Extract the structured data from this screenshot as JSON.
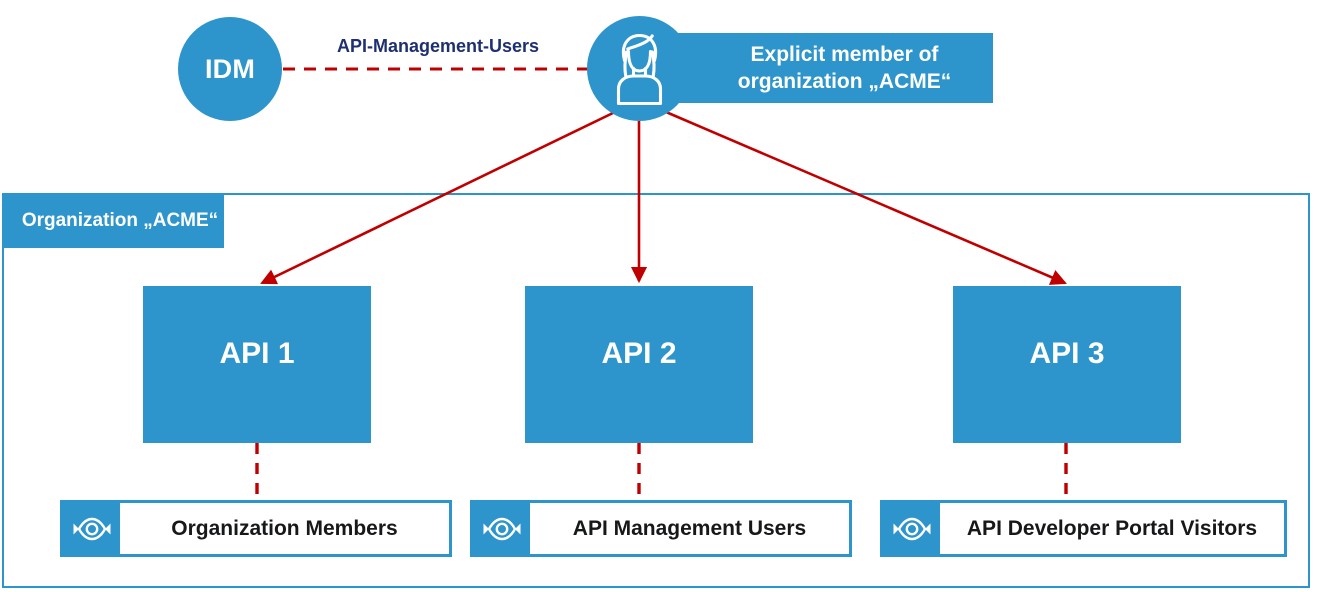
{
  "diagram": {
    "title": "API Management user visibility / organization membership diagram",
    "colors": {
      "brand_blue": "#2D94CC",
      "arrow_red": "#C00000",
      "label_navy": "#1F3070",
      "text_black": "#17181A",
      "white": "#FFFFFF"
    }
  },
  "idm": {
    "label": "IDM",
    "icon": "circle-node"
  },
  "idm_link": {
    "label": "API-Management-Users",
    "style": "dashed",
    "color": "#C00000"
  },
  "user": {
    "icon": "person-icon",
    "banner_label": "Explicit member of organization „ACME“"
  },
  "organization": {
    "tab_label": "Organization „ACME“",
    "name": "ACME"
  },
  "apis": [
    {
      "label": "API 1"
    },
    {
      "label": "API 2"
    },
    {
      "label": "API 3"
    }
  ],
  "audiences": [
    {
      "icon": "eye-icon",
      "label": "Organization Members"
    },
    {
      "icon": "eye-icon",
      "label": "API Management Users"
    },
    {
      "icon": "eye-icon",
      "label": "API Developer Portal Visitors"
    }
  ]
}
